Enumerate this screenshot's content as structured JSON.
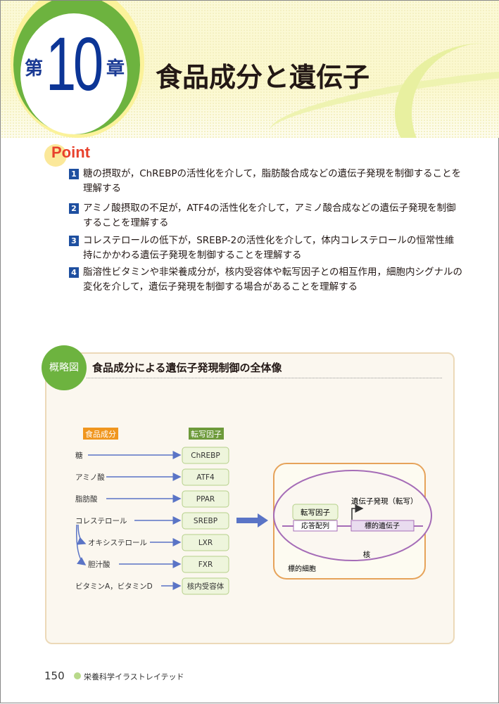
{
  "chapter": {
    "prefix": "第",
    "number": "10",
    "suffix": "章",
    "title": "食品成分と遺伝子"
  },
  "point": {
    "label": "Point",
    "items": [
      {
        "num": "1",
        "text": "糖の摂取が，ChREBPの活性化を介して，脂肪酸合成などの遺伝子発現を制御することを理解する"
      },
      {
        "num": "2",
        "text": "アミノ酸摂取の不足が，ATF4の活性化を介して，アミノ酸合成などの遺伝子発現を制御することを理解する"
      },
      {
        "num": "3",
        "text": "コレステロールの低下が，SREBP-2の活性化を介して，体内コレステロールの恒常性維持にかかわる遺伝子発現を制御することを理解する"
      },
      {
        "num": "4",
        "text": "脂溶性ビタミンや非栄養成分が，核内受容体や転写因子との相互作用，細胞内シグナルの変化を介して，遺伝子発現を制御する場合があることを理解する"
      }
    ]
  },
  "overview": {
    "badge": "概略図",
    "title": "食品成分による遺伝子発現制御の全体像",
    "col_food": "食品成分",
    "col_tf": "転写因子",
    "rows": [
      {
        "food": "糖",
        "tf": "ChREBP"
      },
      {
        "food": "アミノ酸",
        "tf": "ATF4"
      },
      {
        "food": "脂肪酸",
        "tf": "PPAR"
      },
      {
        "food": "コレステロール",
        "tf": "SREBP"
      },
      {
        "food": "オキシステロール",
        "tf": "LXR"
      },
      {
        "food": "胆汁酸",
        "tf": "FXR"
      },
      {
        "food": "ビタミンA，ビタミンD",
        "tf": "核内受容体"
      }
    ],
    "cell": {
      "tf": "転写因子",
      "response": "応答配列",
      "expression": "遺伝子発現（転写）",
      "target_gene": "標的遺伝子",
      "nucleus": "核",
      "cell": "標的細胞"
    }
  },
  "footer": {
    "page": "150",
    "book": "栄養科学イラストレイテッド"
  },
  "colors": {
    "blue": "#1e4fa0",
    "green": "#6db33f",
    "orange": "#f0961e",
    "arrow": "#5a74c6",
    "purple": "#a56cb7"
  }
}
